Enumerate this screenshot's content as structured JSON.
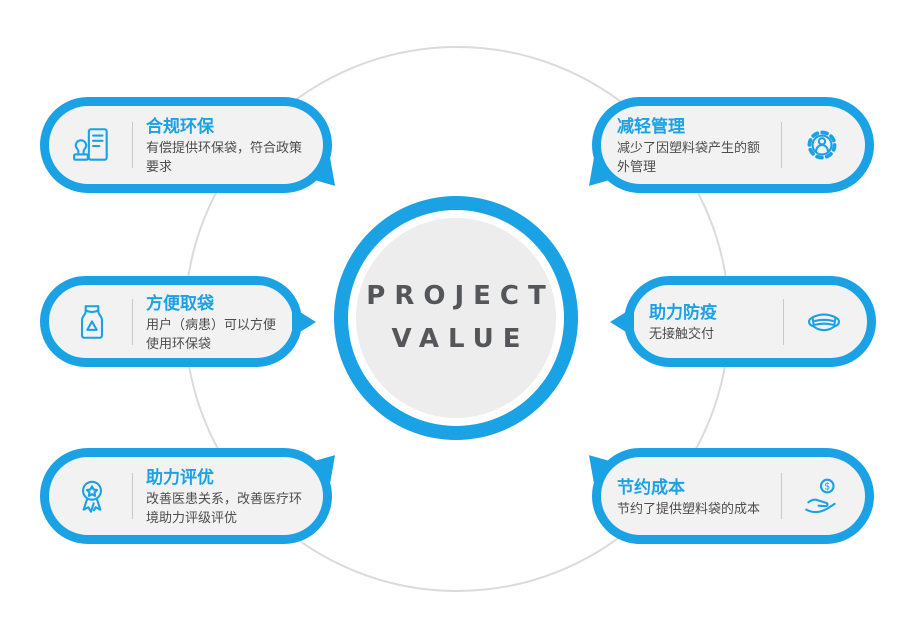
{
  "center": {
    "line1": "PROJECT",
    "line2": "VALUE"
  },
  "cards": [
    {
      "id": "compliance",
      "side": "left",
      "title": "合规环保",
      "desc": "有偿提供环保袋，符合政策要求",
      "icon": "stamp-icon"
    },
    {
      "id": "bag-pickup",
      "side": "left",
      "title": "方便取袋",
      "desc": "用户（病患）可以方便使用环保袋",
      "icon": "recycle-bag-icon"
    },
    {
      "id": "rating",
      "side": "left",
      "title": "助力评优",
      "desc": "改善医患关系，改善医疗环境助力评级评优",
      "icon": "medal-icon"
    },
    {
      "id": "management",
      "side": "right",
      "title": "减轻管理",
      "desc": "减少了因塑料袋产生的额外管理",
      "icon": "gear-user-icon"
    },
    {
      "id": "epidemic",
      "side": "right",
      "title": "助力防疫",
      "desc": "无接触交付",
      "icon": "mask-icon"
    },
    {
      "id": "cost",
      "side": "right",
      "title": "节约成本",
      "desc": "节约了提供塑料袋的成本",
      "icon": "hand-coin-icon"
    }
  ],
  "colors": {
    "accent": "#1BA2E5",
    "card_bg": "#F2F2F3",
    "center_bg": "#EDEDEE",
    "ring": "#DBDBDB",
    "text": "#4D4D4D"
  }
}
